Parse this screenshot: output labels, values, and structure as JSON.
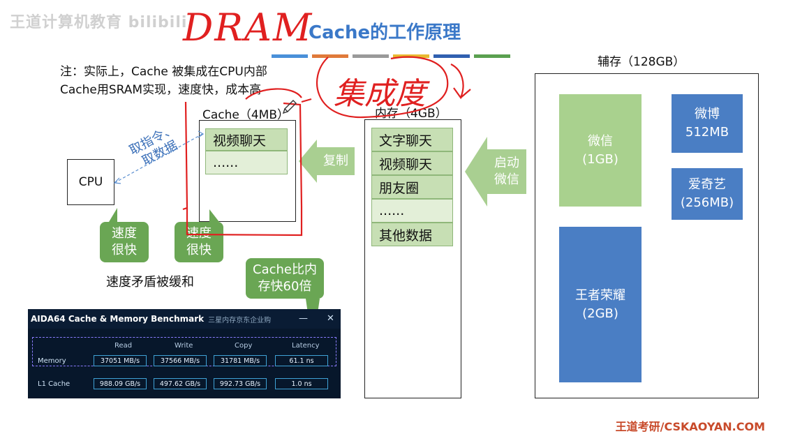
{
  "watermark": "王道计算机教育 bilibili",
  "title": "Cache的工作原理",
  "title_colorbar": [
    "#4a90d9",
    "#e07a3a",
    "#9a9a9a",
    "#e8b930",
    "#3060b0",
    "#5aa050"
  ],
  "notes": {
    "line1": "注：实际上，Cache 被集成在CPU内部",
    "line2": "Cache用SRAM实现，速度快，成本高"
  },
  "handwriting": {
    "dram": "DRAM",
    "jicheng": "集成度"
  },
  "cpu": {
    "label": "CPU"
  },
  "fetch_label": {
    "line1": "取指令、",
    "line2": "取数据"
  },
  "cache": {
    "label": "Cache（4MB）",
    "items": [
      "视频聊天",
      "......"
    ]
  },
  "copy_label": "复制",
  "memory": {
    "label": "内存（4GB）",
    "items": [
      "文字聊天",
      "视频聊天",
      "朋友圈",
      "......",
      "其他数据"
    ]
  },
  "launch_label": {
    "line1": "启动",
    "line2": "微信"
  },
  "storage": {
    "label": "辅存（128GB）",
    "apps": [
      {
        "name": "微信\n(1GB)",
        "color": "#a9d18e"
      },
      {
        "name": "微博\n512MB",
        "color": "#4a7ec4"
      },
      {
        "name": "爱奇艺\n(256MB)",
        "color": "#4a7ec4"
      },
      {
        "name": "王者荣耀\n(2GB)",
        "color": "#4a7ec4"
      }
    ]
  },
  "callouts": {
    "cpu_speed": {
      "line1": "速度",
      "line2": "很快"
    },
    "cache_speed": {
      "line1": "速度",
      "line2": "很快"
    },
    "cache_faster": {
      "line1": "Cache比内",
      "line2": "存快60倍"
    }
  },
  "relief_text": "速度矛盾被缓和",
  "benchmark": {
    "title": "AIDA64 Cache & Memory Benchmark",
    "subtitle": "三星内存京东企业购",
    "minimize": "—",
    "close": "✕",
    "columns": [
      "Read",
      "Write",
      "Copy",
      "Latency"
    ],
    "rows": [
      {
        "name": "Memory",
        "values": [
          "37051 MB/s",
          "37566 MB/s",
          "31781 MB/s",
          "61.1 ns"
        ]
      },
      {
        "name": "L1 Cache",
        "values": [
          "988.09 GB/s",
          "497.62 GB/s",
          "992.73 GB/s",
          "1.0 ns"
        ]
      }
    ]
  },
  "footer": "王道考研/CSKAOYAN.COM"
}
